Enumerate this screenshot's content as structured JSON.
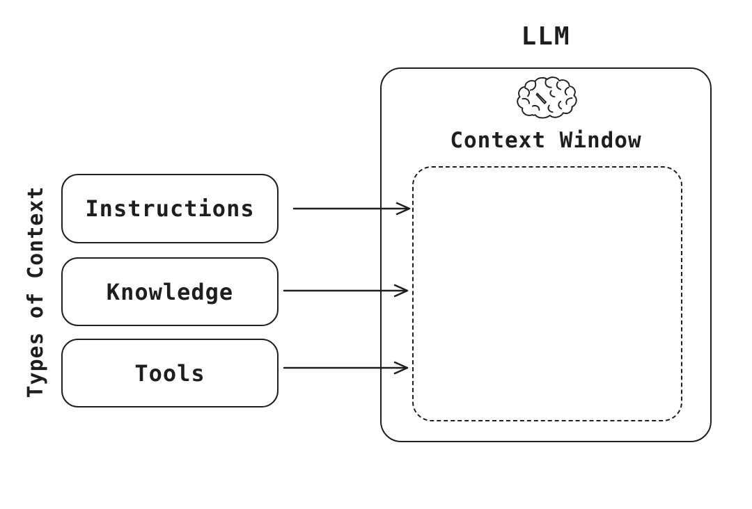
{
  "diagram": {
    "background_color": "#ffffff",
    "stroke_color": "#1e1e1e",
    "left_axis_label": "Types of Context",
    "context_boxes": [
      {
        "label": "Instructions"
      },
      {
        "label": "Knowledge"
      },
      {
        "label": "Tools"
      }
    ],
    "llm": {
      "title": "LLM",
      "icon": "brain-icon",
      "context_window_label": "Context Window",
      "context_window_style": "dashed"
    },
    "arrows": [
      {
        "from": "Instructions",
        "to": "Context Window"
      },
      {
        "from": "Knowledge",
        "to": "Context Window"
      },
      {
        "from": "Tools",
        "to": "Context Window"
      }
    ]
  }
}
